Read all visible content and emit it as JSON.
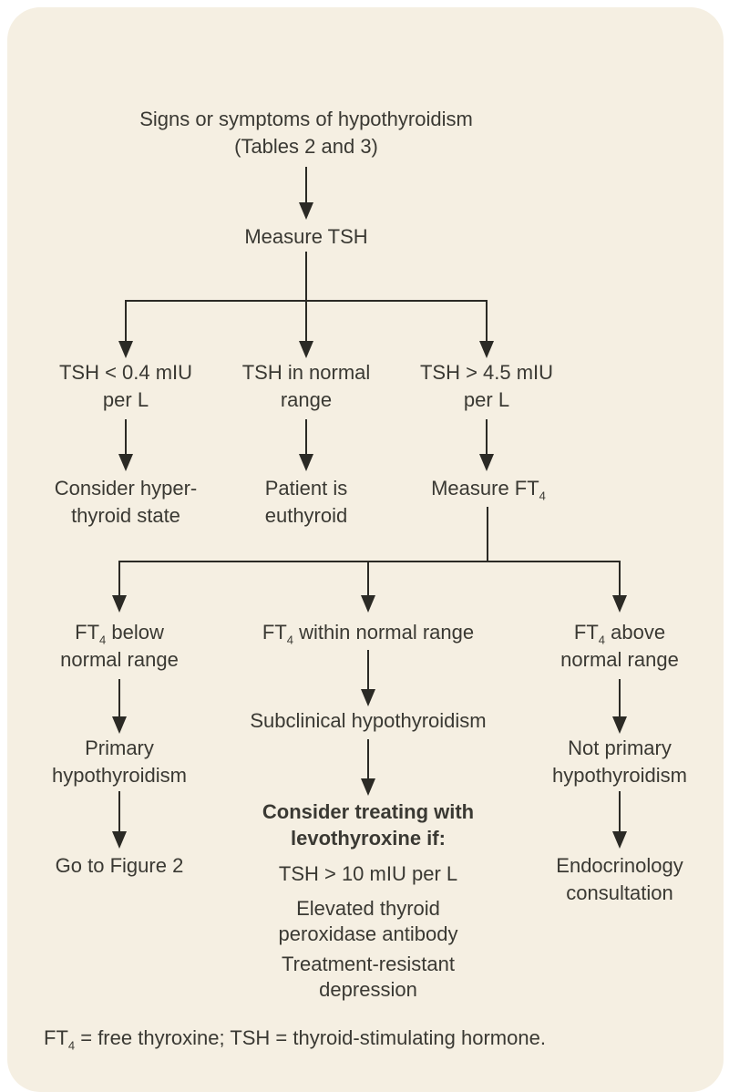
{
  "page": {
    "background_color": "#ffffff",
    "card_background_color": "#f5efe2",
    "text_color": "#3a3933",
    "arrow_color": "#2b2a25"
  },
  "flowchart": {
    "start": {
      "line1": "Signs or symptoms of hypothyroidism",
      "line2": "(Tables 2 and 3)"
    },
    "measure_tsh": {
      "label": "Measure TSH"
    },
    "tsh_low": {
      "line1": "TSH < 0.4 mIU",
      "line2": "per L"
    },
    "tsh_normal": {
      "line1": "TSH in normal",
      "line2": "range"
    },
    "tsh_high": {
      "line1": "TSH > 4.5 mIU",
      "line2": "per L"
    },
    "hyperthyroid": {
      "line1": "Consider hyper-",
      "line2": "thyroid state"
    },
    "euthyroid": {
      "line1": "Patient is",
      "line2": "euthyroid"
    },
    "measure_ft4": {
      "pre": "Measure FT",
      "sub": "4"
    },
    "ft4_below": {
      "pre": "FT",
      "sub": "4",
      "post": " below",
      "line2": "normal range"
    },
    "ft4_within": {
      "pre": "FT",
      "sub": "4",
      "post": " within normal range"
    },
    "ft4_above": {
      "pre": "FT",
      "sub": "4",
      "post": " above",
      "line2": "normal range"
    },
    "subclinical": {
      "label": "Subclinical hypothyroidism"
    },
    "primary": {
      "line1": "Primary",
      "line2": "hypothyroidism"
    },
    "not_primary": {
      "line1": "Not primary",
      "line2": "hypothyroidism"
    },
    "go_figure2": {
      "label": "Go to Figure 2"
    },
    "treat": {
      "heading_line1": "Consider treating with",
      "heading_line2": "levothyroxine if:",
      "item1": "TSH > 10 mIU per L",
      "item2_line1": "Elevated thyroid",
      "item2_line2": "peroxidase antibody",
      "item3_line1": "Treatment-resistant",
      "item3_line2": "depression"
    },
    "endocrinology": {
      "line1": "Endocrinology",
      "line2": "consultation"
    }
  },
  "footnote": {
    "pre": "FT",
    "sub": "4",
    "post": " = free thyroxine; TSH = thyroid-stimulating hormone."
  }
}
